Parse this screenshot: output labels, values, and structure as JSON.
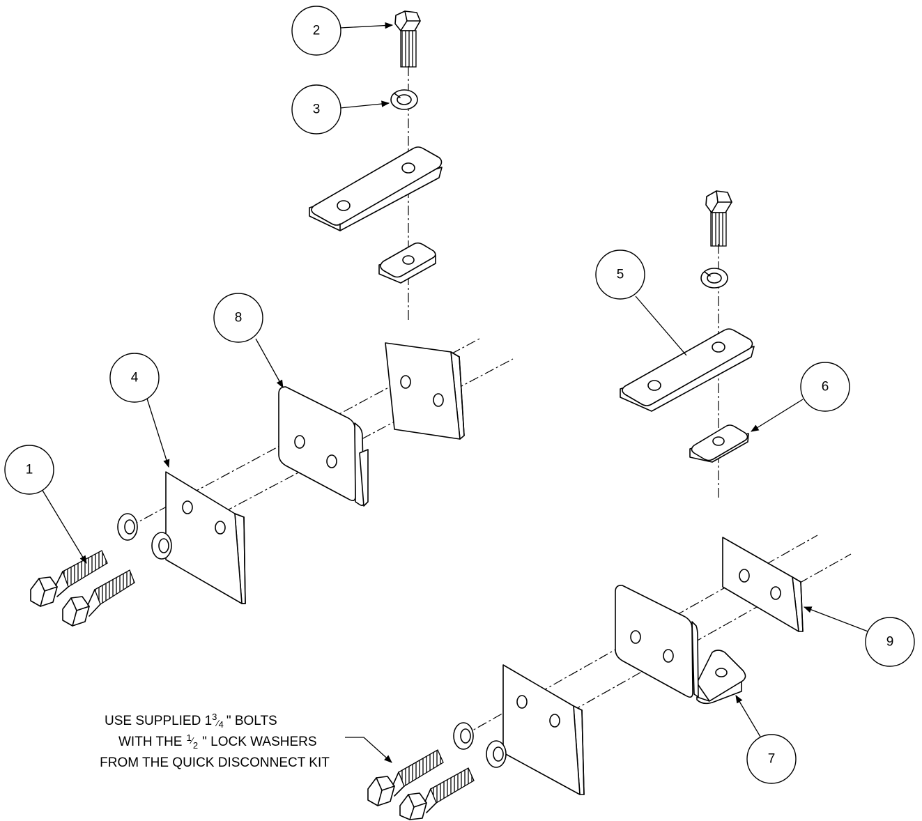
{
  "callouts": {
    "c1": "1",
    "c2": "2",
    "c3": "3",
    "c4": "4",
    "c5": "5",
    "c6": "6",
    "c7": "7",
    "c8": "8",
    "c9": "9"
  },
  "note": {
    "line1_prefix": "USE SUPPLIED 1",
    "line1_frac_num": "3",
    "line1_frac_den": "4",
    "line1_suffix": "\" BOLTS",
    "line2_prefix": "WITH THE",
    "line2_frac_num": "1",
    "line2_frac_den": "2",
    "line2_suffix": "\" LOCK WASHERS",
    "line3": "FROM THE QUICK DISCONNECT KIT"
  }
}
